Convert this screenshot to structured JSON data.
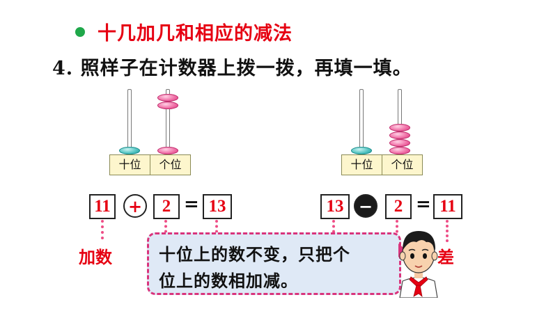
{
  "header": {
    "section_title": "十几加几和相应的减法",
    "task": "4. 照样子在计数器上拨一拨，再填一填。"
  },
  "abacus_left": {
    "tens_label": "十位",
    "ones_label": "个位",
    "tens_beads": 1,
    "ones_beads": 3
  },
  "abacus_right": {
    "tens_label": "十位",
    "ones_label": "个位",
    "tens_beads": 1,
    "ones_beads": 4
  },
  "equation_left": {
    "a": "11",
    "op": "+",
    "b": "2",
    "eq": "=",
    "result": "13"
  },
  "equation_right": {
    "a": "13",
    "op": "−",
    "b": "2",
    "eq": "=",
    "result": "11"
  },
  "labels": {
    "addend": "加数",
    "difference": "差"
  },
  "bubble": {
    "line1": "十位上的数不变，只把个",
    "line2": "位上的数相加减。"
  },
  "colors": {
    "accent_red": "#e60012",
    "bullet_green": "#1fa84a",
    "bead_pink": "#ef6aa3",
    "bead_teal": "#4cc1bf",
    "bubble_bg": "#dfe9f6"
  }
}
